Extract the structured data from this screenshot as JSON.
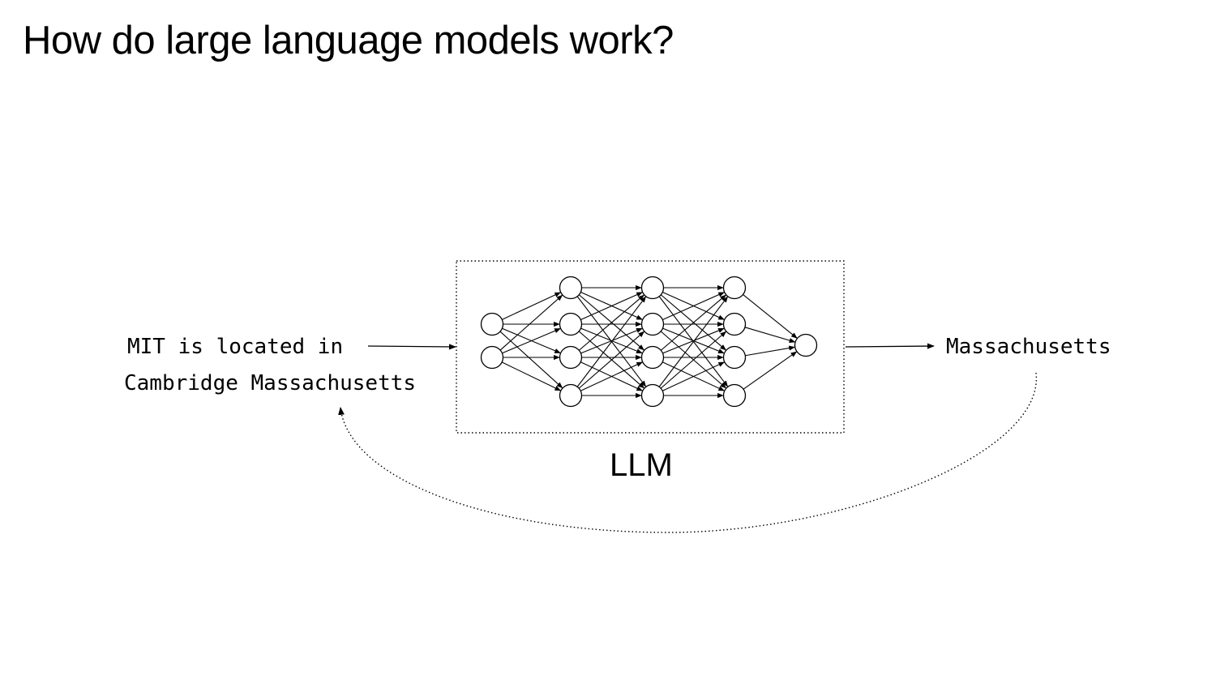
{
  "slide": {
    "title": "How do large language models work?"
  },
  "input": {
    "line_1": "MIT is located in",
    "line_2": "Cambridge Massachusetts"
  },
  "model": {
    "label": "LLM",
    "layers": [
      2,
      4,
      4,
      4,
      1
    ]
  },
  "output": {
    "token": "Massachusetts"
  },
  "colors": {
    "ink": "#000000",
    "background": "#ffffff"
  },
  "icons": {
    "feedback_loop": "dotted-curved-arrow-icon",
    "flow_arrow": "arrow-right-icon"
  }
}
